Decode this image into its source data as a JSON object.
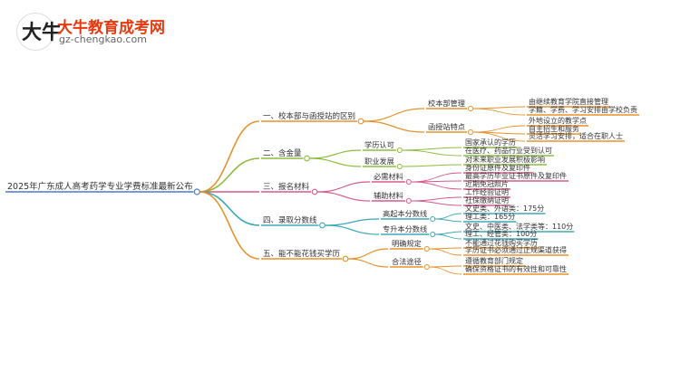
{
  "brand": {
    "name": "大牛教育成考网",
    "url": "gz-chengkao.com",
    "mark": "大牛"
  },
  "colors": {
    "root": "#4a7ac8",
    "b1": "#e8902a",
    "b2": "#8bbd3c",
    "b3": "#d65a8a",
    "b4": "#3aa8b8",
    "b5": "#e8902a"
  },
  "root": "2025年广东成人高考药学专业学费标准最新公布",
  "branches": [
    {
      "label": "一、校本部与函授站的区别",
      "children": [
        {
          "label": "校本部管理",
          "items": [
            "由继续教育学院直接管理",
            "学籍、学费、学习安排由学校负责"
          ]
        },
        {
          "label": "函授站特点",
          "items": [
            "外地设立的教学点",
            "自主招生和服务",
            "灵活学习安排，适合在职人士"
          ]
        }
      ]
    },
    {
      "label": "二、含金量",
      "children": [
        {
          "label": "学历认可",
          "items": [
            "国家承认的学历",
            "在医疗、药品行业受到认可"
          ]
        },
        {
          "label": "职业发展",
          "items": [
            "对未来职业发展积极影响"
          ]
        }
      ]
    },
    {
      "label": "三、报名材料",
      "children": [
        {
          "label": "必需材料",
          "items": [
            "身份证原件及复印件",
            "最高学历毕业证书原件及复印件",
            "近期免冠照片"
          ]
        },
        {
          "label": "辅助材料",
          "items": [
            "工作经验证明",
            "社保缴纳证明"
          ]
        }
      ]
    },
    {
      "label": "四、录取分数线",
      "children": [
        {
          "label": "高起本分数线",
          "items": [
            "文史类、外语类：175分",
            "理工类：165分"
          ]
        },
        {
          "label": "专升本分数线",
          "items": [
            "文史、中医类、法学类等：110分",
            "理工、经管类：100分"
          ]
        }
      ]
    },
    {
      "label": "五、能不能花钱买学历",
      "children": [
        {
          "label": "明确规定",
          "items": [
            "不能通过花钱购买学历",
            "学历证书必须通过正规渠道获得"
          ]
        },
        {
          "label": "合法途径",
          "items": [
            "遵循教育部门规定",
            "确保资格证书的有效性和可靠性"
          ]
        }
      ]
    }
  ]
}
